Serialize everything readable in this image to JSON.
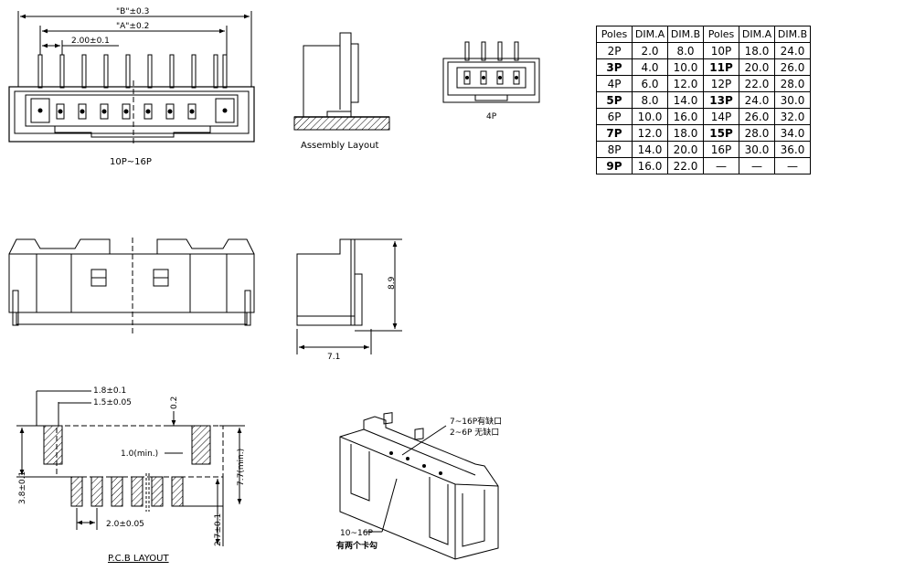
{
  "top_view": {
    "dim_b": "\"B\"±0.3",
    "dim_a": "\"A\"±0.2",
    "pitch": "2.00±0.1",
    "label": "10P~16P"
  },
  "assembly": {
    "label": "Assembly Layout"
  },
  "small_view": {
    "label": "4P"
  },
  "table": {
    "headers": [
      "Poles",
      "DIM.A",
      "DIM.B",
      "Poles",
      "DIM.A",
      "DIM.B"
    ],
    "rows": [
      {
        "p1": "2P",
        "a1": "2.0",
        "b1": "8.0",
        "p2": "10P",
        "a2": "18.0",
        "b2": "24.0"
      },
      {
        "p1": "3P",
        "a1": "4.0",
        "b1": "10.0",
        "p2": "11P",
        "a2": "20.0",
        "b2": "26.0"
      },
      {
        "p1": "4P",
        "a1": "6.0",
        "b1": "12.0",
        "p2": "12P",
        "a2": "22.0",
        "b2": "28.0"
      },
      {
        "p1": "5P",
        "a1": "8.0",
        "b1": "14.0",
        "p2": "13P",
        "a2": "24.0",
        "b2": "30.0"
      },
      {
        "p1": "6P",
        "a1": "10.0",
        "b1": "16.0",
        "p2": "14P",
        "a2": "26.0",
        "b2": "32.0"
      },
      {
        "p1": "7P",
        "a1": "12.0",
        "b1": "18.0",
        "p2": "15P",
        "a2": "28.0",
        "b2": "34.0"
      },
      {
        "p1": "8P",
        "a1": "14.0",
        "b1": "20.0",
        "p2": "16P",
        "a2": "30.0",
        "b2": "36.0"
      },
      {
        "p1": "9P",
        "a1": "16.0",
        "b1": "22.0",
        "p2": "—",
        "a2": "—",
        "b2": "—"
      }
    ]
  },
  "side_view": {
    "height": "8.9",
    "width": "7.1"
  },
  "pcb": {
    "d1": "1.8±0.1",
    "d2": "1.5±0.05",
    "d3": "0.2",
    "d4": "1.0(min.)",
    "d5": "3.8±0.1",
    "d6": "7.7(min.)",
    "d7": "2.0±0.05",
    "d8": "2.7±0.1",
    "title": "P.C.B  LAYOUT"
  },
  "iso": {
    "note1": "7~16P有缺口",
    "note2": "2~6P  无缺口",
    "note3": "10~16P",
    "note4": "有两个卡勾"
  }
}
